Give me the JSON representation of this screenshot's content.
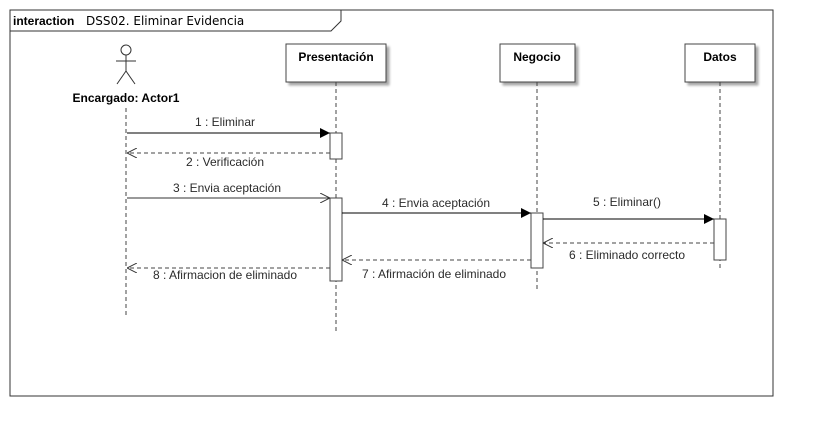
{
  "frame": {
    "keyword": "interaction",
    "name": "DSS02. Eliminar Evidencia"
  },
  "actor": {
    "label": "Encargado: Actor1",
    "icon": "stick-figure-icon"
  },
  "lifelines": [
    {
      "label": "Presentación"
    },
    {
      "label": "Negocio"
    },
    {
      "label": "Datos"
    }
  ],
  "messages": [
    {
      "label": "1 : Eliminar",
      "kind": "synchronous"
    },
    {
      "label": "2 : Verificación",
      "kind": "return"
    },
    {
      "label": "3 : Envia aceptación",
      "kind": "asynchronous"
    },
    {
      "label": "4 : Envia aceptación",
      "kind": "synchronous"
    },
    {
      "label": "5 : Eliminar()",
      "kind": "synchronous"
    },
    {
      "label": "6 : Eliminado correcto",
      "kind": "return"
    },
    {
      "label": "7 : Afirmación de eliminado",
      "kind": "return"
    },
    {
      "label": "8 : Afirmacion de eliminado",
      "kind": "return"
    }
  ]
}
